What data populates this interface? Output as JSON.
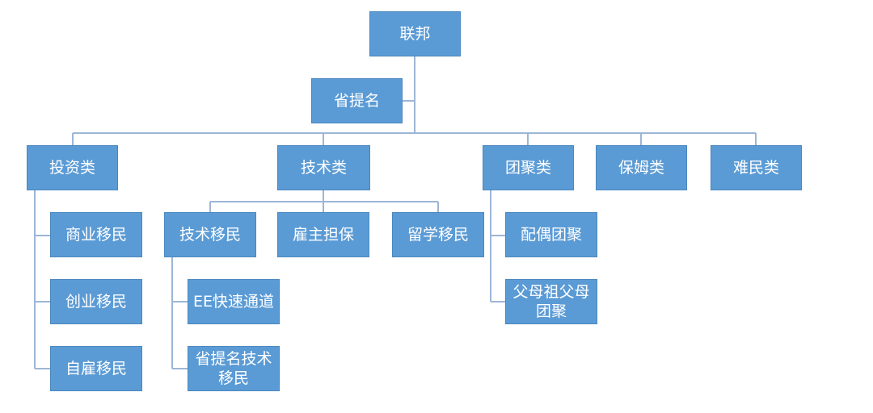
{
  "nodes": {
    "root": "联邦",
    "provincial": "省提名",
    "investment": "投资类",
    "tech": "技术类",
    "family": "团聚类",
    "caregiver": "保姆类",
    "refugee": "难民类",
    "business_immigration": "商业移民",
    "startup_immigration": "创业移民",
    "self_employed_immigration": "自雇移民",
    "skilled_immigration": "技术移民",
    "employer_sponsorship": "雇主担保",
    "study_immigration": "留学移民",
    "express_entry": "EE快速通道",
    "provincial_skilled": "省提名技术\n移民",
    "spousal_sponsorship": "配偶团聚",
    "parent_grandparent": "父母祖父母\n团聚"
  },
  "colors": {
    "box_fill": "#5b9bd5",
    "box_border": "#4a87be",
    "connector": "#9cb6d6",
    "text": "#ffffff"
  }
}
